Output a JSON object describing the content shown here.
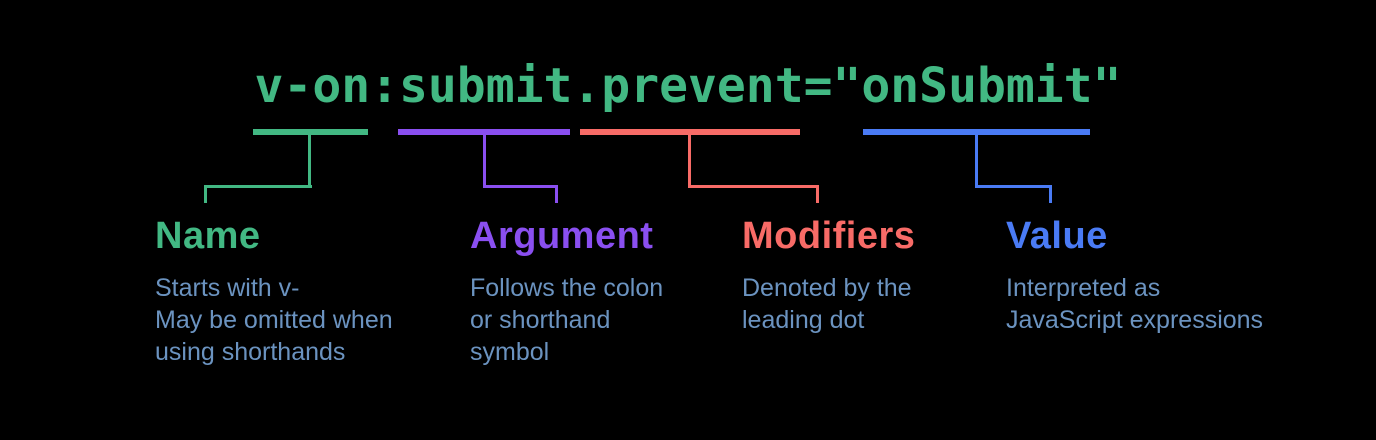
{
  "background_color": "#000000",
  "description_text_color": "#6b93c0",
  "code": {
    "text": "v-on:submit.prevent=\"onSubmit\"",
    "color": "#42b883"
  },
  "annotations": [
    {
      "id": "name",
      "label": "Name",
      "color": "#42b883",
      "underline_token": "v-on",
      "description_lines": [
        "Starts with v-",
        "May be omitted when",
        "using shorthands"
      ]
    },
    {
      "id": "argument",
      "label": "Argument",
      "color": "#8a4ff0",
      "underline_token": "submit",
      "description_lines": [
        "Follows the colon",
        "or shorthand",
        "symbol"
      ]
    },
    {
      "id": "modifiers",
      "label": "Modifiers",
      "color": "#f86b67",
      "underline_token": ".prevent",
      "description_lines": [
        "Denoted by the",
        "leading dot"
      ]
    },
    {
      "id": "value",
      "label": "Value",
      "color": "#4a7bf5",
      "underline_token": "onSubmit",
      "description_lines": [
        "Interpreted as",
        "JavaScript expressions"
      ]
    }
  ]
}
